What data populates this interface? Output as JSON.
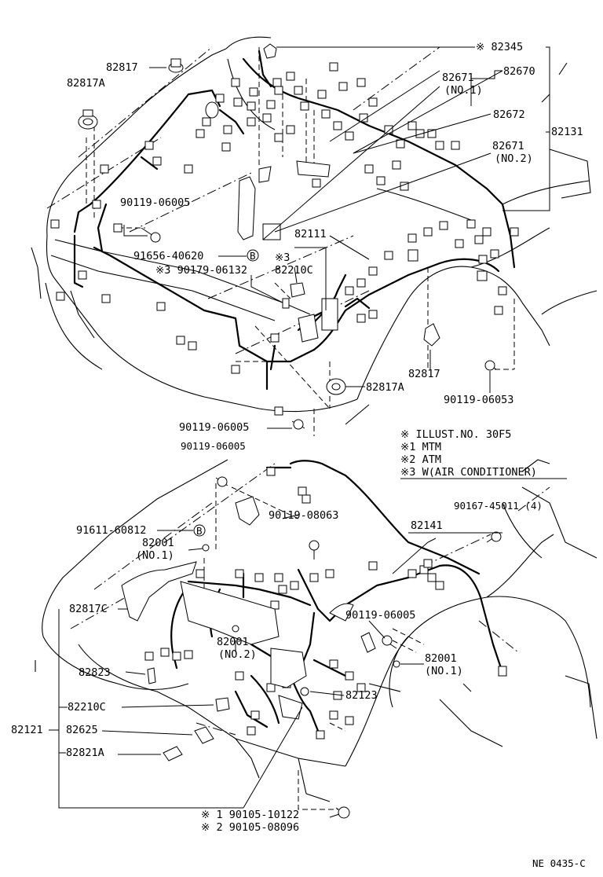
{
  "top_view": {
    "labels": {
      "p82345": "※ 82345",
      "p82817_top": "82817",
      "p82817A_top": "82817A",
      "p82671_no1_num": "82671",
      "p82671_no1_sub": "(NO.1)",
      "p82670": "82670",
      "p82672": "82672",
      "p82131": "82131",
      "p82671_no2_num": "82671",
      "p82671_no2_sub": "(NO.2)",
      "p90119_06005_a": "90119-06005",
      "p91656_40620": "91656-40620",
      "p91656_marker": "B",
      "p90179_06132": "※3 90179-06132",
      "p82111": "82111",
      "p82210C_top_mark": "※3",
      "p82210C_top": "82210C",
      "p82817_mid": "82817",
      "p82817A_mid": "82817A",
      "p90119_06053": "90119-06053",
      "p90119_06005_b": "90119-06005"
    }
  },
  "notes": {
    "line1": "※   ILLUST.NO. 30F5",
    "line2": "※1 MTM",
    "line3": "※2 ATM",
    "line4": "※3 W(AIR CONDITIONER)"
  },
  "bottom_view": {
    "labels": {
      "p90119_06005_c": "90119-06005",
      "p90119_08063": "90119-08063",
      "p90167_45011": "90167-45011 (4)",
      "p91611_60812": "91611-60812",
      "p91611_marker": "B",
      "p82141": "82141",
      "p82001_no1_a_num": "82001",
      "p82001_no1_a_sub": "(NO.1)",
      "p82817C": "82817C",
      "p90119_06005_d": "90119-06005",
      "p82001_no2_num": "82001",
      "p82001_no2_sub": "(NO.2)",
      "p82001_no1_b_num": "82001",
      "p82001_no1_b_sub": "(NO.1)",
      "p82823": "82823",
      "p82123": "82123",
      "p82210C_bot": "82210C",
      "p82121": "82121",
      "p82625": "82625",
      "p82821A": "82821A",
      "p90105_10122": "※ 1  90105-10122",
      "p90105_08096": "※ 2  90105-08096"
    }
  },
  "footer": {
    "code": "NE 0435-C"
  }
}
